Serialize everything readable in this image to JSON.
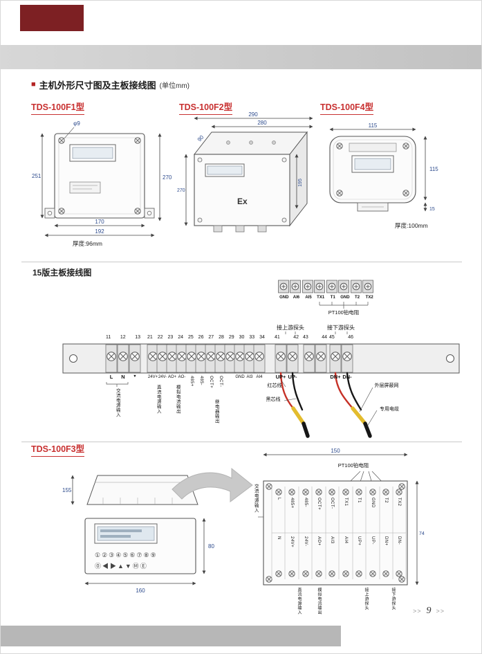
{
  "page": {
    "bullet": "■",
    "heading": "主机外形尺寸图及主板接线图",
    "unit": "(单位mm)",
    "page_number": "9",
    "mark": ">>"
  },
  "f1": {
    "title": "TDS-100F1型",
    "dim_hole": "φ9",
    "dim_h1": "251",
    "dim_h2": "270",
    "dim_w1": "170",
    "dim_w2": "192",
    "thickness": "厚度:96mm"
  },
  "f2": {
    "title": "TDS-100F2型",
    "dim_w1": "290",
    "dim_w2": "280",
    "dim_d": "90",
    "dim_h1": "270",
    "dim_h2": "195",
    "ex": "Ex"
  },
  "f4": {
    "title": "TDS-100F4型",
    "dim_w": "115",
    "dim_h": "115",
    "dim_foot": "15",
    "thickness": "厚度:100mm"
  },
  "board15": {
    "title": "15版主板接线图",
    "top_terminals": [
      "GND",
      "AI6",
      "AI5",
      "TX1",
      "T1",
      "GND",
      "T2",
      "TX2"
    ],
    "pt100": "PT100铂电阻",
    "upstream": "接上游探头",
    "downstream": "接下游探头",
    "numbers": [
      "11",
      "12",
      "13",
      "21",
      "22",
      "23",
      "24",
      "25",
      "26",
      "27",
      "28",
      "29",
      "30",
      "33",
      "34",
      "41",
      "42",
      "43",
      "44",
      "45",
      "46"
    ],
    "labels": {
      "l": "L",
      "n": "N",
      "mark": "▼",
      "v24p": "24V+",
      "v24m": "24V-",
      "aop": "AO+",
      "aom": "AO-",
      "r485p": "485+",
      "r485m": "485-",
      "octp": "OCT+",
      "octm": "OCT-",
      "gnd": "GND",
      "ai3": "AI3",
      "ai4": "AI4",
      "upp": "UP+",
      "upm": "UP-",
      "dnp": "DN+",
      "dnm": "DN-"
    },
    "ann": {
      "ac": "交流电源输入",
      "dc": "直流电源输入",
      "analog": "模拟电流输出",
      "relay": "继电器输出",
      "red": "红芯线",
      "black": "黑芯线",
      "shield": "外层屏蔽网",
      "cable": "专用电缆"
    }
  },
  "f3": {
    "title": "TDS-100F3型",
    "dim_side": "155",
    "dim_w": "160",
    "dim_h": "80",
    "keypad_row1": "①②③④⑤⑥⑦⑧⑨",
    "keypad_row2": "⓪◀▶▲▼ⓂⒺ",
    "board": {
      "dim_w": "150",
      "dim_h": "74",
      "pt100": "PT100铂电阻",
      "ac": "交流电源输入",
      "row1": [
        "L",
        "485+",
        "485-",
        "OCT+",
        "OCT-",
        "TX1",
        "T1",
        "GND",
        "T2",
        "TX2"
      ],
      "row2": [
        "N",
        "24V+",
        "24V-",
        "AO+",
        "AI3",
        "AI4",
        "UP+",
        "UP-",
        "DN+",
        "DN-"
      ],
      "dc": "直流电源输入",
      "analog": "模拟电流输出",
      "up": "接上游探头",
      "dn": "接下游探头"
    }
  }
}
